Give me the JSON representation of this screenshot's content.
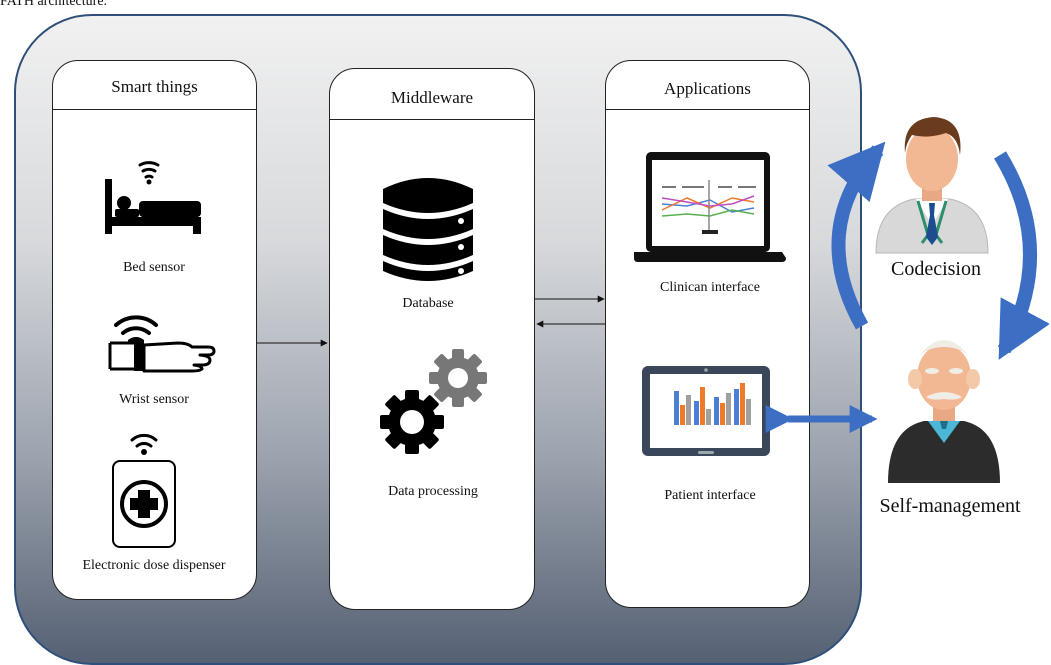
{
  "caption": "FATH architecture.",
  "panels": {
    "smart_things": {
      "title": "Smart things",
      "items": [
        "Bed sensor",
        "Wrist sensor",
        "Electronic dose dispenser"
      ]
    },
    "middleware": {
      "title": "Middleware",
      "items": [
        "Database",
        "Data processing"
      ]
    },
    "applications": {
      "title": "Applications",
      "items": [
        "Clinican interface",
        "Patient interface"
      ]
    }
  },
  "actors": {
    "codecision": "Codecision",
    "self_management": "Self-management"
  },
  "colors": {
    "outer_border": "#2f4f7a",
    "arrow_blue": "#3c6fc4",
    "bar_blue": "#4a7fd4",
    "bar_orange": "#ee7a2a",
    "bar_gray": "#a0a0a0"
  },
  "icons": [
    "wifi-icon",
    "bed-icon",
    "wrist-icon",
    "dose-dispenser-icon",
    "database-icon",
    "gears-icon",
    "laptop-icon",
    "tablet-icon",
    "doctor-avatar",
    "patient-avatar"
  ]
}
